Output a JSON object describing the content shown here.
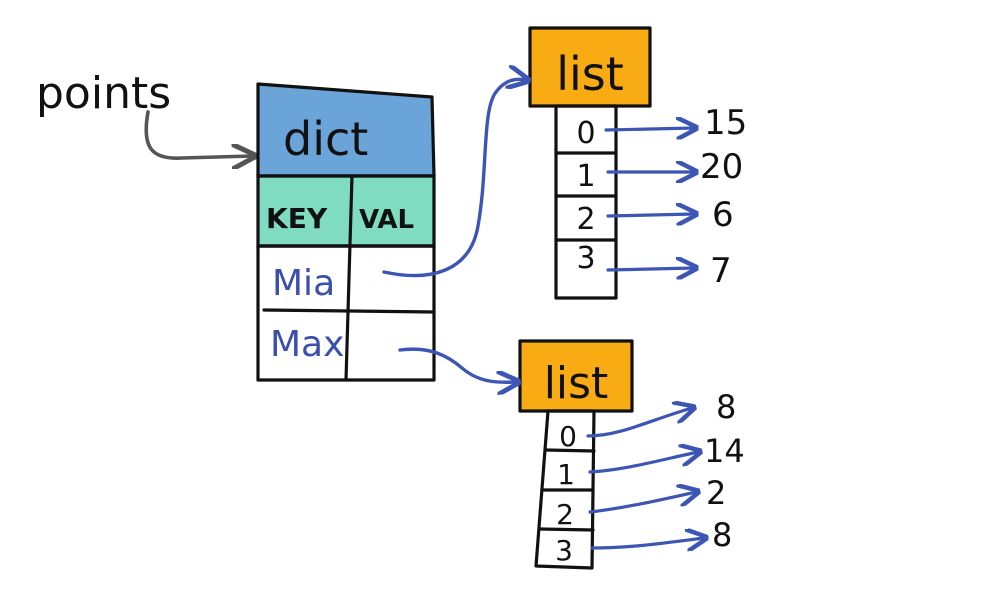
{
  "colors": {
    "dict_header": "#6aa4d8",
    "key_val_header": "#7fdcc1",
    "list_header": "#f9ab14",
    "ink": "#111111",
    "blue_arrow": "#3d55b4",
    "blue_text": "#3a4fae",
    "gray_arrow": "#555555"
  },
  "variable": {
    "name": "points"
  },
  "dict": {
    "title": "dict",
    "key_header": "KEY",
    "val_header": "VAL",
    "rows": [
      {
        "key": "Mia",
        "val": ""
      },
      {
        "key": "Max",
        "val": ""
      }
    ]
  },
  "lists": [
    {
      "title": "list",
      "indices": [
        "0",
        "1",
        "2",
        "3"
      ],
      "values": [
        "15",
        "20",
        "6",
        "7"
      ]
    },
    {
      "title": "list",
      "indices": [
        "0",
        "1",
        "2",
        "3"
      ],
      "values": [
        "8",
        "14",
        "2",
        "8"
      ]
    }
  ]
}
